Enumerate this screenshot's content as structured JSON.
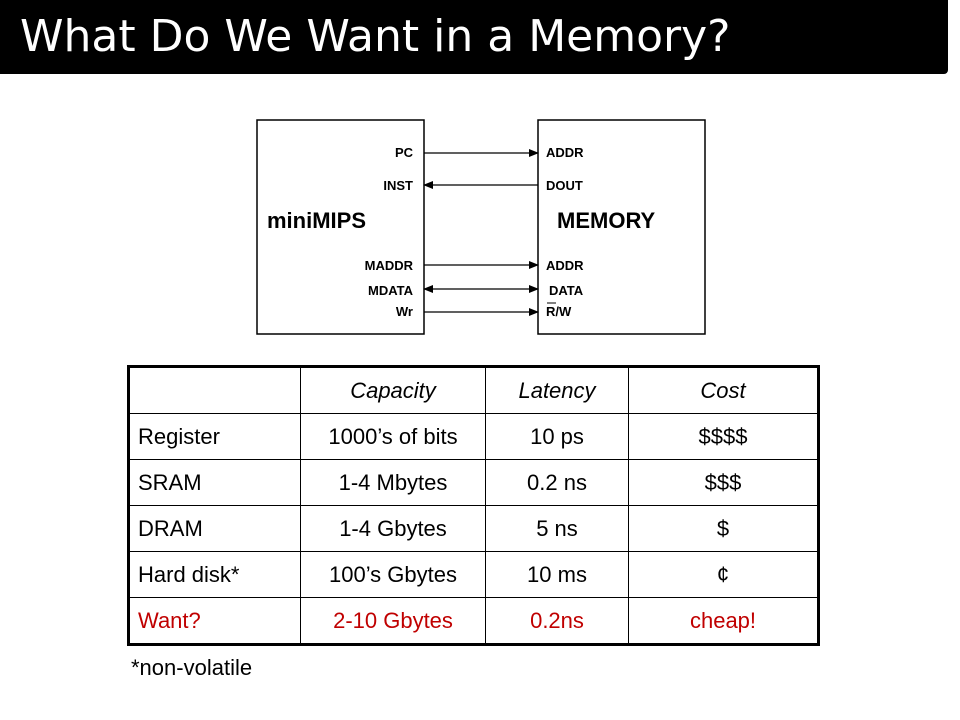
{
  "title": "What Do We Want in a Memory?",
  "diagram": {
    "left_block": "miniMIPS",
    "right_block": "MEMORY",
    "signals": [
      {
        "left": "PC",
        "right": "ADDR",
        "direction": "right"
      },
      {
        "left": "INST",
        "right": "DOUT",
        "direction": "left"
      },
      {
        "left": "MADDR",
        "right": "ADDR",
        "direction": "right"
      },
      {
        "left": "MDATA",
        "right": "DATA",
        "direction": "both"
      },
      {
        "left": "Wr",
        "right": "R/W",
        "direction": "right"
      }
    ]
  },
  "table": {
    "headers": [
      "",
      "Capacity",
      "Latency",
      "Cost"
    ],
    "rows": [
      [
        "Register",
        "1000’s of bits",
        "10 ps",
        "$$$$"
      ],
      [
        "SRAM",
        "1-4 Mbytes",
        "0.2 ns",
        "$$$"
      ],
      [
        "DRAM",
        "1-4 Gbytes",
        "5 ns",
        "$"
      ],
      [
        "Hard disk*",
        "100’s Gbytes",
        "10 ms",
        "¢"
      ],
      [
        "Want?",
        "2-10 Gbytes",
        "0.2ns",
        "cheap!"
      ]
    ]
  },
  "footnote": "*non-volatile",
  "colors": {
    "title_bg": "#000000",
    "title_fg": "#ffffff",
    "highlight": "#c00000"
  }
}
